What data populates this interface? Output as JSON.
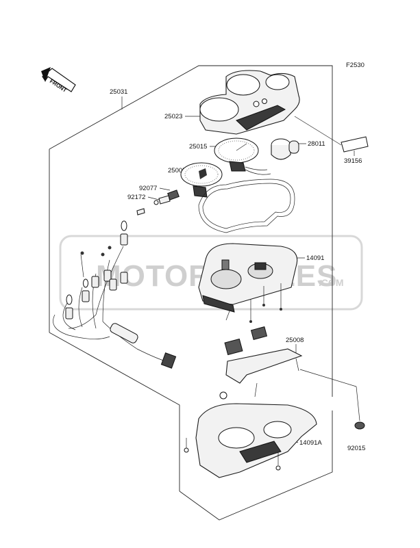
{
  "diagram_code": "F2530",
  "front_label": "FRONT",
  "watermark": {
    "main": "MOTORCYCLES",
    "suffix": ".COM"
  },
  "callouts": [
    {
      "id": "p25031",
      "text": "25031"
    },
    {
      "id": "p25023",
      "text": "25023"
    },
    {
      "id": "p25015",
      "text": "25015"
    },
    {
      "id": "p28011",
      "text": "28011"
    },
    {
      "id": "p39156",
      "text": "39156"
    },
    {
      "id": "p25005",
      "text": "25005"
    },
    {
      "id": "p92077",
      "text": "92077"
    },
    {
      "id": "p92172",
      "text": "92172"
    },
    {
      "id": "p14091",
      "text": "14091"
    },
    {
      "id": "p25008",
      "text": "25008"
    },
    {
      "id": "p14091A",
      "text": "14091A"
    },
    {
      "id": "p92015",
      "text": "92015"
    }
  ]
}
